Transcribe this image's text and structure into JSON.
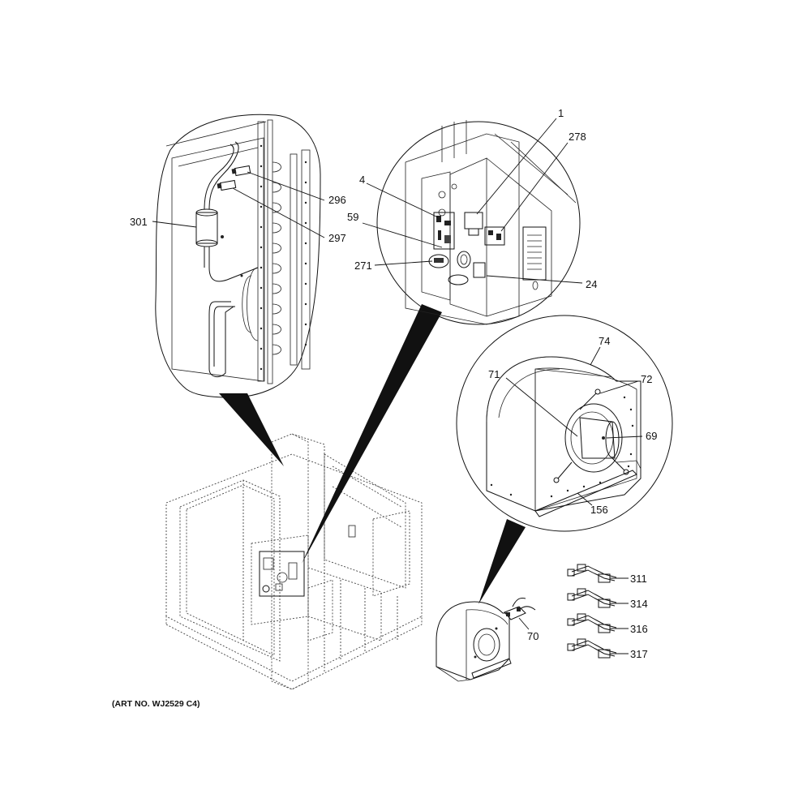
{
  "art_number": "(ART NO. WJ2529 C4)",
  "callouts": {
    "p301": "301",
    "p296": "296",
    "p297": "297",
    "p1": "1",
    "p278": "278",
    "p4": "4",
    "p59": "59",
    "p271": "271",
    "p24": "24",
    "p74": "74",
    "p71": "71",
    "p72": "72",
    "p69": "69",
    "p156": "156",
    "p70": "70",
    "p311": "311",
    "p314": "314",
    "p316": "316",
    "p317": "317"
  }
}
